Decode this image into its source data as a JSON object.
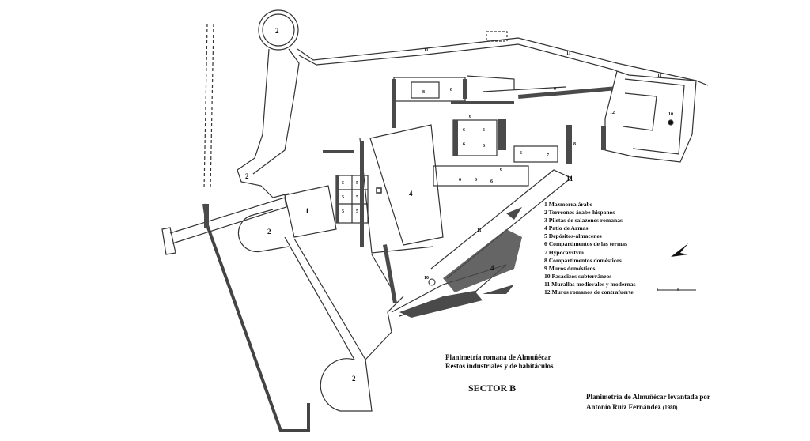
{
  "title": "Planimetría romana de Almuñécar",
  "subtitle": "Restos industriales y de habitáculos",
  "sector": "SECTOR  B",
  "credit": {
    "line1": "Planimetría de Almuñécar levantada por",
    "author": "Antonio Ruiz Fernández",
    "year": "(1980)"
  },
  "legend": [
    "1 Mazmorra árabe",
    "2 Torreones árabe-hispanos",
    "3 Piletas de salazones romanas",
    "4 Patio de Armas",
    "5 Depósitos-almacenes",
    "6 Compartimentos de las termas",
    "7 Hypocavstvm",
    "8 Compartimentos domésticos",
    "9 Muros domésticos",
    "10 Pasadizos subterráneos",
    "11 Murallas medievales y modernas",
    "12 Muros romanos de contrafuerte"
  ],
  "plan_labels": {
    "n1": "1",
    "n2": "2",
    "n4": "4",
    "n5": "5",
    "n6": "6",
    "n7": "7",
    "n8": "8",
    "n9": "9",
    "n10": "10",
    "n11": "11",
    "n12": "12"
  },
  "icons": {
    "north_arrow": "north-arrow-icon",
    "scale_bar": "scale-bar"
  }
}
